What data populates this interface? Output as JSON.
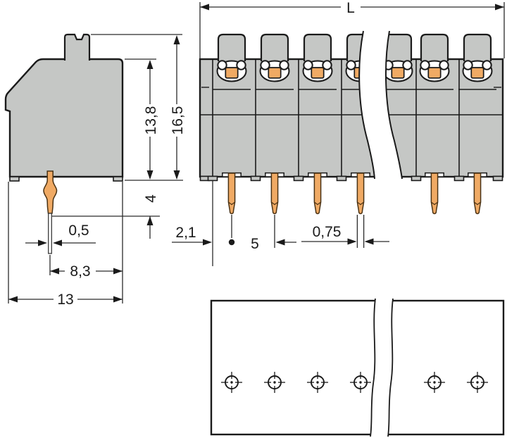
{
  "drawing": {
    "background": "#ffffff",
    "housing_color": "#c5c7c5",
    "conductor_color": "#f0aa64",
    "line_color": "#1a1a1a",
    "views": {
      "side": {
        "name": "side-profile-view",
        "dims": {
          "total_height": "16,5",
          "housing_height": "13,8",
          "pin_protrusion": "4",
          "pin_tip_width": "0,5",
          "pin_center_to_back": "8,3",
          "overall_depth": "13"
        }
      },
      "front": {
        "name": "front-row-view",
        "poles_visible": 6,
        "dims": {
          "overall_length": "L",
          "end_to_first_pin": "2,1",
          "pin_pitch": "5",
          "pin_width": "0,75"
        }
      },
      "pcb": {
        "name": "pcb-drilling-plan",
        "holes_visible": 6
      }
    }
  }
}
